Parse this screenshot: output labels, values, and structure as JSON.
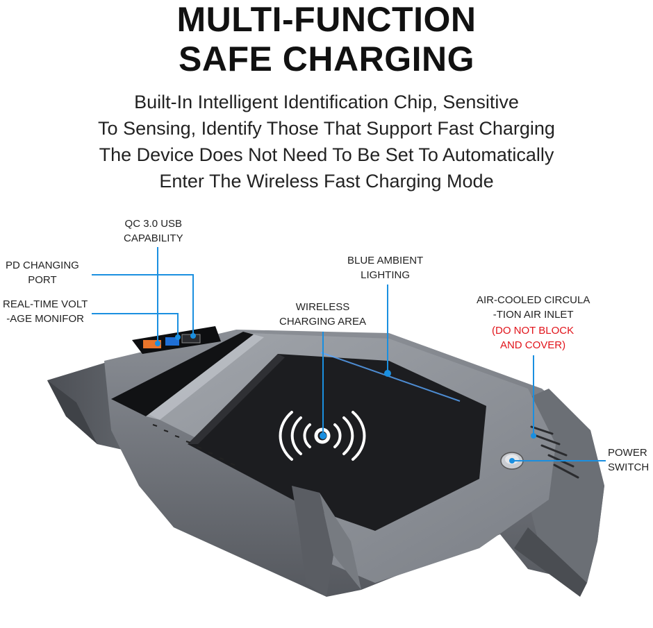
{
  "header": {
    "title_line1": "MULTI-FUNCTION",
    "title_line2": "SAFE CHARGING",
    "subtitle_lines": [
      "Built-In Intelligent Identification Chip, Sensitive",
      "To Sensing, Identify Those That Support Fast Charging",
      "The Device Does Not Need To Be Set To Automatically",
      "Enter The Wireless Fast Charging Mode"
    ]
  },
  "callouts": {
    "qc_usb": [
      "QC 3.0 USB",
      "CAPABILITY"
    ],
    "pd_port": [
      "PD CHANGING",
      "PORT"
    ],
    "volt_monitor": [
      "REAL-TIME VOLT",
      "-AGE MONIFOR"
    ],
    "blue_lighting": [
      "BLUE AMBIENT",
      "LIGHTING"
    ],
    "wireless_area": [
      "WIRELESS",
      "CHARGING AREA"
    ],
    "air_inlet": [
      "AIR-COOLED CIRCULA",
      "-TION AIR INLET"
    ],
    "air_warning": [
      "(DO NOT BLOCK",
      "AND COVER)"
    ],
    "power_switch": [
      "POWER",
      "SWITCH"
    ]
  },
  "colors": {
    "callout_line": "#1a8fe0",
    "warning": "#e1131a",
    "device_body": "#6f737a",
    "charging_pad": "#1c1d20"
  },
  "icons": [
    "wireless-charging-icon",
    "power-switch-button"
  ]
}
